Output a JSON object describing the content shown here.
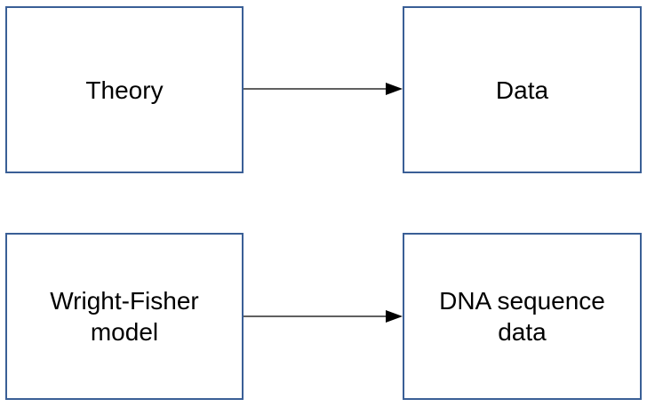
{
  "diagram": {
    "nodes": [
      {
        "id": "theory",
        "label": "Theory"
      },
      {
        "id": "data",
        "label": "Data"
      },
      {
        "id": "wright_fisher",
        "label": "Wright-Fisher\nmodel"
      },
      {
        "id": "dna_sequence",
        "label": "DNA sequence\ndata"
      }
    ],
    "edges": [
      {
        "from": "theory",
        "to": "data"
      },
      {
        "from": "wright_fisher",
        "to": "dna_sequence"
      }
    ]
  },
  "colors": {
    "box_border": "#3a5f96",
    "arrow": "#000000",
    "text": "#000000"
  }
}
